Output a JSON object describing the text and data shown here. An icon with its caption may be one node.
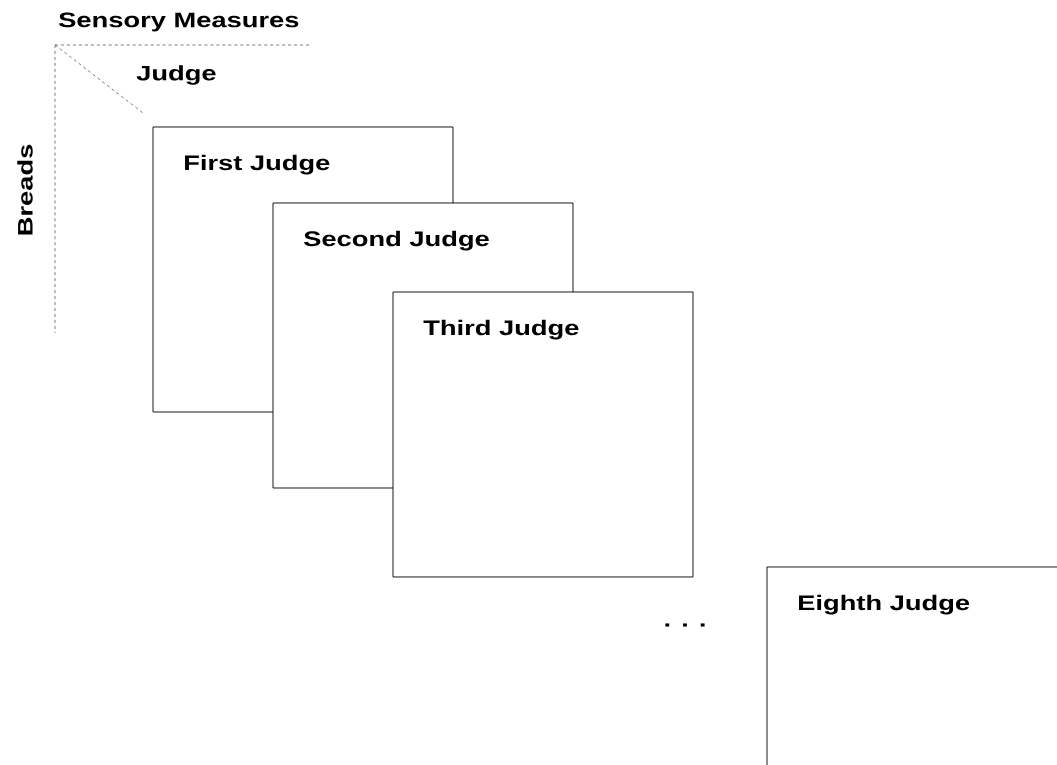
{
  "diagram": {
    "nodes": [
      {
        "text": [
          "First Judge"
        ]
      },
      {
        "text": [
          "Second Judge"
        ]
      },
      {
        "text": [
          "Third Judge"
        ]
      },
      {
        "text": [
          "Eighth Judge"
        ]
      }
    ],
    "labels": [
      "Sensory Measures",
      "Judge",
      "Breads",
      ". . ."
    ]
  }
}
